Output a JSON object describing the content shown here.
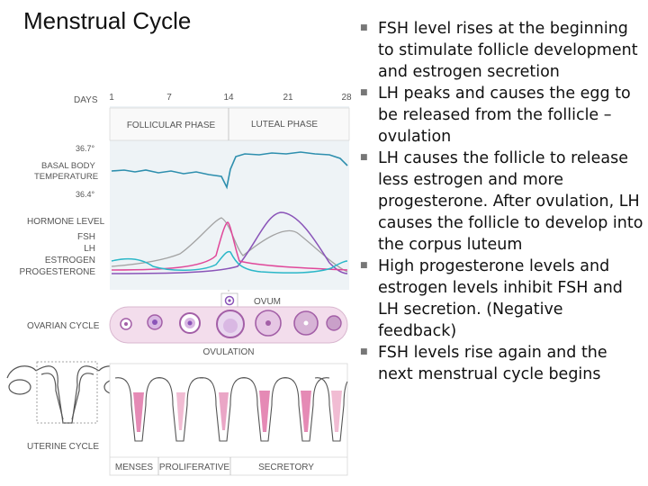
{
  "title": "Menstrual Cycle",
  "diagram": {
    "days_label": "DAYS",
    "days": [
      "1",
      "7",
      "14",
      "21",
      "28"
    ],
    "phases": [
      "FOLLICULAR PHASE",
      "LUTEAL PHASE"
    ],
    "bbt": {
      "label_line1": "BASAL BODY",
      "label_line2": "TEMPERATURE",
      "high": "36.7°",
      "low": "36.4°"
    },
    "hormone_level_label": "HORMONE LEVEL",
    "legend": [
      {
        "name": "FSH",
        "color": "#2bb7c8"
      },
      {
        "name": "LH",
        "color": "#e0489a"
      },
      {
        "name": "ESTROGEN",
        "color": "#a0a0a0"
      },
      {
        "name": "PROGESTERONE",
        "color": "#8a54b8"
      }
    ],
    "ovum_label": "OVUM",
    "ovarian_cycle_label": "OVARIAN CYCLE",
    "ovulation_label": "OVULATION",
    "uterine_cycle_label": "UTERINE CYCLE",
    "uterine_phases": [
      "MENSES",
      "PROLIFERATIVE",
      "SECRETORY"
    ]
  },
  "bullets": [
    "FSH level rises at the beginning to stimulate follicle development and estrogen secretion",
    "LH peaks and causes the egg to be released from the follicle – ovulation",
    "LH causes the follicle to release less estrogen and more progesterone.  After ovulation, LH causes the follicle to develop into the corpus luteum",
    "High progesterone levels and estrogen levels inhibit FSH and LH secretion. (Negative feedback)",
    "FSH levels rise again and the next menstrual cycle begins"
  ]
}
